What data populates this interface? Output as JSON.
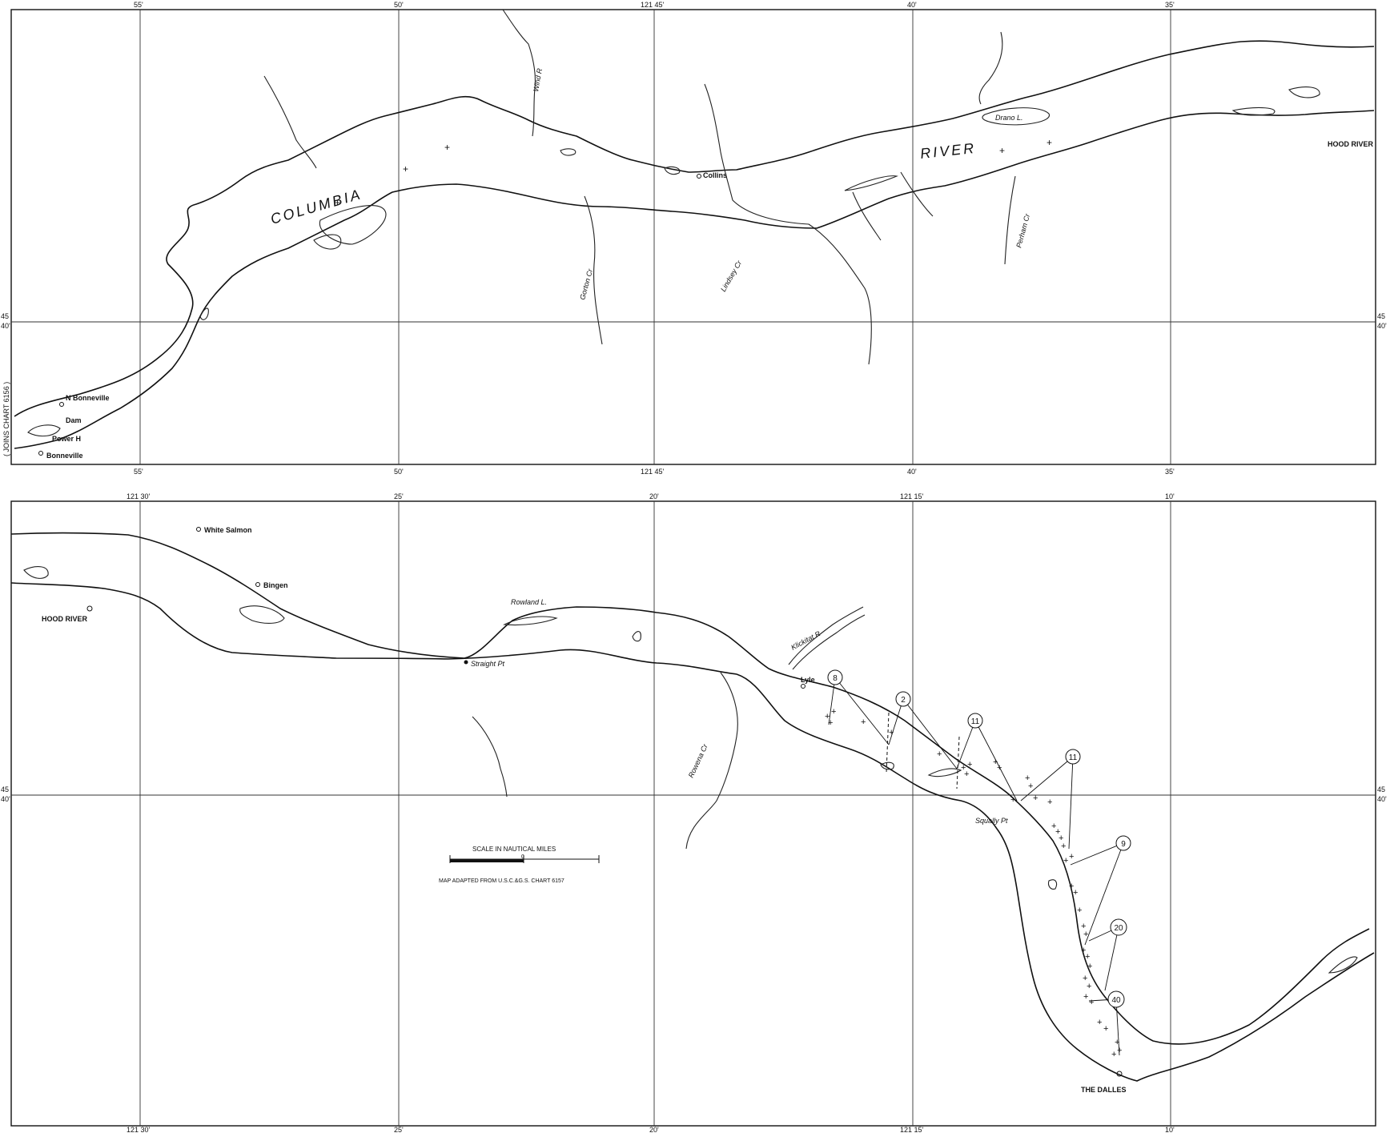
{
  "upper_panel": {
    "ticks_top": [
      "55'",
      "50'",
      "121 45'",
      "40'",
      "35'"
    ],
    "ticks_bottom": [
      "55'",
      "50'",
      "121 45'",
      "40'",
      "35'"
    ],
    "lat_left": [
      "45",
      "40'"
    ],
    "lat_right": [
      "45",
      "40'"
    ],
    "side_note": "( JOINS CHART 6156 )",
    "river_labels": [
      "COLUMBIA",
      "RIVER"
    ],
    "streams": [
      "Wind R",
      "Gorton Cr",
      "Lindsey Cr",
      "Perham Cr"
    ],
    "places": {
      "collins": "Collins",
      "drano": "Drano L.",
      "hood_river": "HOOD RIVER",
      "n_bonneville": "N Bonneville",
      "dam": "Dam",
      "power_h": "Power H",
      "bonneville": "Bonneville"
    }
  },
  "lower_panel": {
    "ticks_top": [
      "121 30'",
      "25'",
      "20'",
      "121 15'",
      "10'"
    ],
    "ticks_bottom": [
      "121 30'",
      "25'",
      "20'",
      "121 15'",
      "10'"
    ],
    "lat_left": [
      "45",
      "40'"
    ],
    "lat_right": [
      "45",
      "40'"
    ],
    "places": {
      "white_salmon": "White Salmon",
      "bingen": "Bingen",
      "hood_river": "HOOD RIVER",
      "rowland": "Rowland L.",
      "straight_pt": "Straight Pt",
      "klickitat": "Klickitat R",
      "lyle": "Lyle",
      "rowena": "Rowena Cr",
      "squally": "Squally Pt",
      "the_dalles": "THE DALLES"
    },
    "counts": [
      "8",
      "2",
      "11",
      "11",
      "9",
      "20",
      "40"
    ],
    "scale_title": "SCALE IN NAUTICAL MILES",
    "scale_zero": "0",
    "source_note": "MAP ADAPTED FROM U.S.C.&G.S. CHART 6157"
  }
}
